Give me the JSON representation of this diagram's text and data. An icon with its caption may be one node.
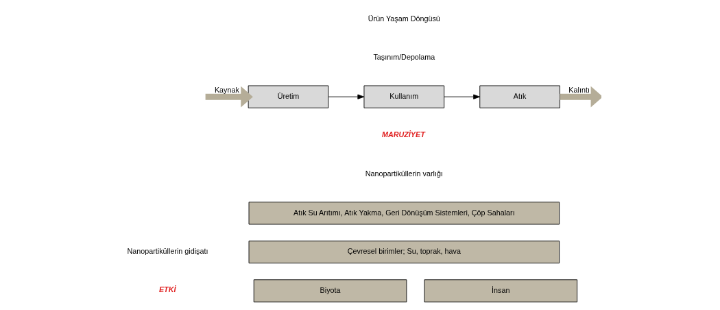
{
  "diagram": {
    "nodes": [
      {
        "text": [
          "Üretim"
        ]
      },
      {
        "text": [
          "Kullanım"
        ]
      },
      {
        "text": [
          "Atık"
        ]
      },
      {
        "text": [
          "Atık Su Arıtımı, Atık Yakma, Geri Dönüşüm Sistemleri, Çöp Sahaları"
        ]
      },
      {
        "text": [
          "Çevresel birimler; Su, toprak, hava"
        ]
      },
      {
        "text": [
          "Biyota"
        ]
      },
      {
        "text": [
          "İnsan"
        ]
      }
    ],
    "edges": [
      {
        "from": null,
        "to": 0,
        "arrow": "to",
        "label": "Kaynak",
        "style": "thick",
        "color": "#b5ad98"
      },
      {
        "from": 0,
        "to": 1,
        "arrow": "to",
        "color": "#000000"
      },
      {
        "from": 1,
        "to": 2,
        "arrow": "to",
        "color": "#000000"
      },
      {
        "from": 2,
        "to": null,
        "arrow": "to",
        "label": "Kalıntı",
        "style": "thick",
        "color": "#b5ad98"
      }
    ],
    "labels": [
      "Ürün Yaşam Döngüsü",
      "Taşınım/Depolama",
      "MARUZİYET",
      "Nanopartiküllerin varlığı",
      "Nanopartiküllerin gidişatı",
      "ETKİ"
    ]
  }
}
